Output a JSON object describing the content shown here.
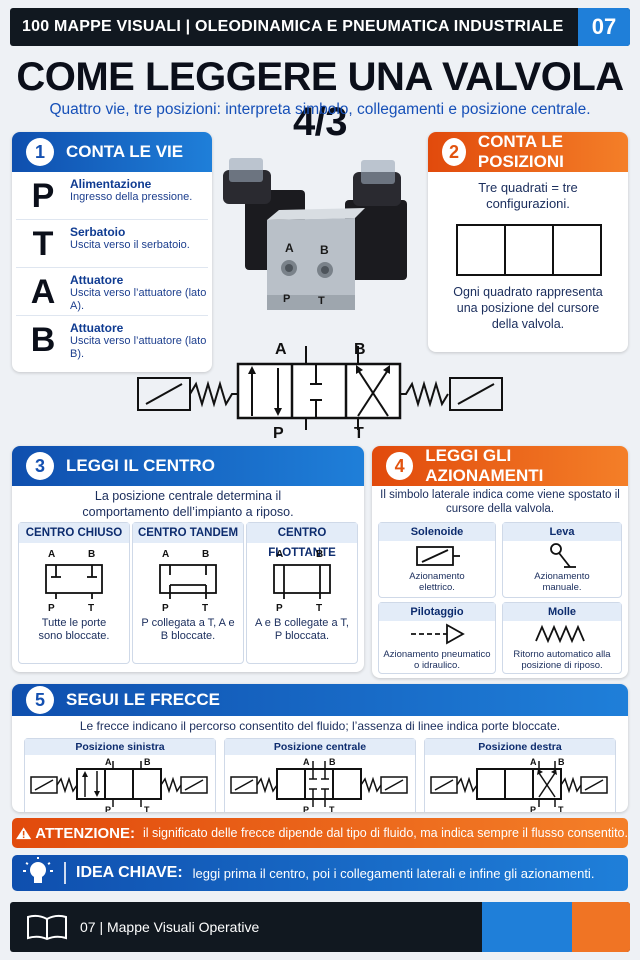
{
  "header": {
    "title": "100 MAPPE VISUALI | OLEODINAMICA E PNEUMATICA INDUSTRIALE",
    "number": "07"
  },
  "title": "COME LEGGERE UNA VALVOLA 4/3",
  "subtitle": "Quattro vie, tre posizioni: interpreta simbolo, collegamenti e posizione centrale.",
  "section1": {
    "number": "1",
    "title": "CONTA LE VIE",
    "ports": [
      {
        "letter": "P",
        "name": "Alimentazione",
        "desc": "Ingresso della pressione."
      },
      {
        "letter": "T",
        "name": "Serbatoio",
        "desc": "Uscita verso il serbatoio."
      },
      {
        "letter": "A",
        "name": "Attuatore",
        "desc": "Uscita verso l’attuatore (lato A)."
      },
      {
        "letter": "B",
        "name": "Attuatore",
        "desc": "Uscita verso l’attuatore (lato B)."
      }
    ]
  },
  "section2": {
    "number": "2",
    "title": "CONTA LE POSIZIONI",
    "text1": "Tre quadrati = tre configurazioni.",
    "text2": "Ogni quadrato rappresenta una posizione del cursore della valvola."
  },
  "photo_labels": {
    "a": "A",
    "b": "B",
    "p": "P",
    "t": "T"
  },
  "symbol_labels": {
    "a": "A",
    "b": "B",
    "p": "P",
    "t": "T"
  },
  "section3": {
    "number": "3",
    "title": "LEGGI IL CENTRO",
    "intro": "La posizione centrale determina il comportamento dell’impianto a riposo.",
    "centers": [
      {
        "title": "CENTRO CHIUSO",
        "desc": "Tutte le porte sono bloccate."
      },
      {
        "title": "CENTRO TANDEM",
        "desc": "P collegata a T, A e B bloccate."
      },
      {
        "title": "CENTRO FLOTTANTE",
        "desc": "A e B collegate a T, P bloccata."
      }
    ]
  },
  "section4": {
    "number": "4",
    "title": "LEGGI GLI AZIONAMENTI",
    "intro": "Il simbolo laterale indica come viene spostato il cursore della valvola.",
    "items": [
      {
        "title": "Solenoide",
        "desc": "Azionamento elettrico.",
        "icon": "solenoid-icon"
      },
      {
        "title": "Leva",
        "desc": "Azionamento manuale.",
        "icon": "lever-icon"
      },
      {
        "title": "Pilotaggio",
        "desc": "Azionamento pneumatico o idraulico.",
        "icon": "pilot-icon"
      },
      {
        "title": "Molle",
        "desc": "Ritorno automatico alla posizione di riposo.",
        "icon": "spring-icon"
      }
    ]
  },
  "section5": {
    "number": "5",
    "title": "SEGUI LE FRECCE",
    "intro": "Le frecce indicano il percorso consentito del fluido; l’assenza di linee indica porte bloccate.",
    "positions": [
      {
        "title": "Posizione sinistra"
      },
      {
        "title": "Posizione centrale"
      },
      {
        "title": "Posizione destra"
      }
    ]
  },
  "warning": {
    "label": "ATTENZIONE:",
    "text": "il significato delle frecce dipende dal tipo di fluido, ma indica sempre il flusso consentito."
  },
  "idea": {
    "label": "IDEA CHIAVE:",
    "text": "leggi prima il centro, poi i collegamenti laterali e infine gli azionamenti."
  },
  "footer": {
    "text": "07 | Mappe Visuali Operative"
  },
  "colors": {
    "blue": "#1f7fd9",
    "orange": "#f07424",
    "dark": "#111820"
  }
}
